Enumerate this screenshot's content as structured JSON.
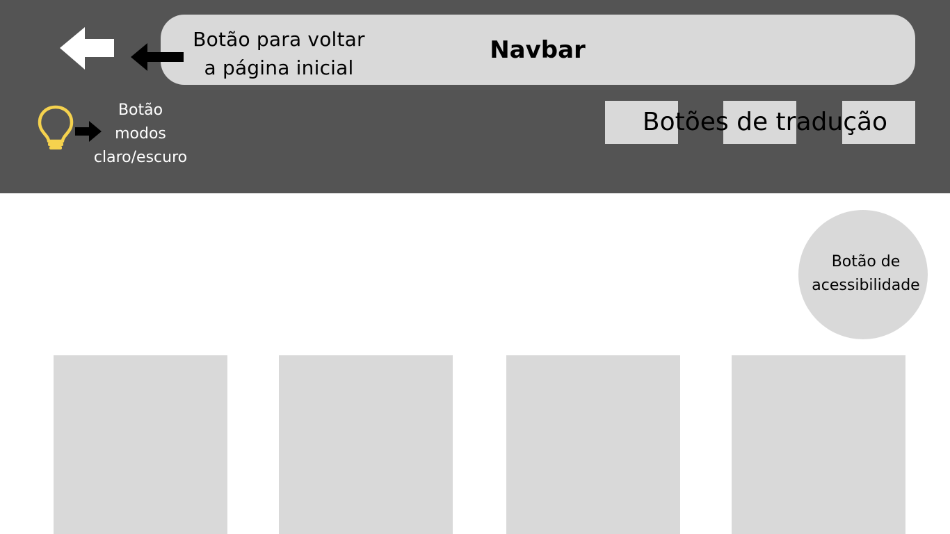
{
  "navbar": {
    "title": "Navbar",
    "back_label_line1": "Botão para voltar",
    "back_label_line2": "a página inicial"
  },
  "mode_toggle": {
    "label_line1": "Botão",
    "label_line2": "modos",
    "label_line3": "claro/escuro",
    "icon": "lightbulb-icon",
    "icon_color": "#f5d24e"
  },
  "translation": {
    "label": "Botões de tradução"
  },
  "accessibility": {
    "label_line1": "Botão de",
    "label_line2": "acessibilidade"
  },
  "cards": [
    {
      "id": "card-1"
    },
    {
      "id": "card-2"
    },
    {
      "id": "card-3"
    },
    {
      "id": "card-4"
    }
  ],
  "colors": {
    "header_bg": "#545454",
    "placeholder": "#d9d9d9",
    "page_bg": "#ffffff"
  }
}
